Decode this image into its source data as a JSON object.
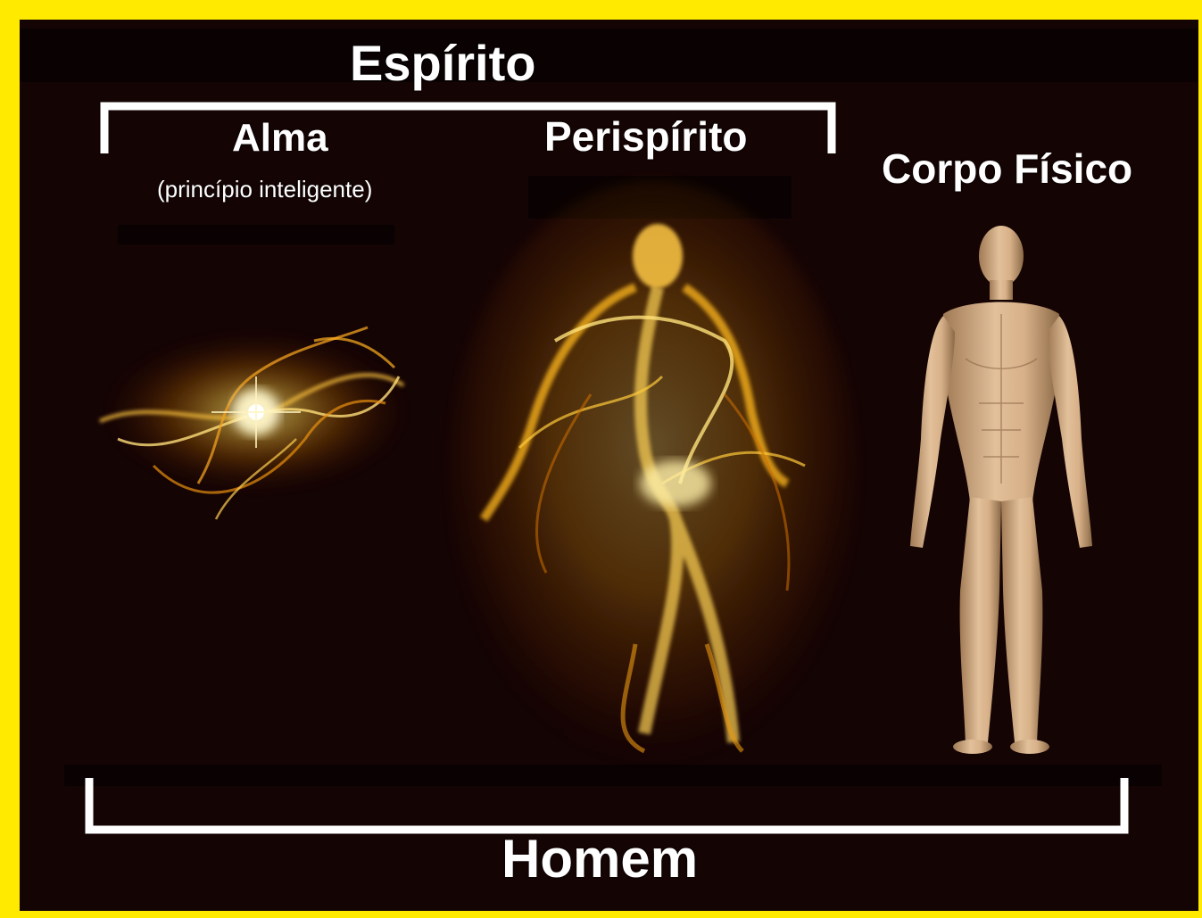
{
  "labels": {
    "espirito": "Espírito",
    "alma": "Alma",
    "alma_sub": "(princípio inteligente)",
    "perispirito": "Perispírito",
    "corpo": "Corpo Físico",
    "homem": "Homem"
  },
  "colors": {
    "frame": "#ffea00",
    "background": "#150404",
    "text": "#ffffff",
    "glow": "#ffb000",
    "skin": "#d9b48c"
  },
  "icons": {
    "alma": "golden-energy-swirl",
    "perispirito": "glowing-human-silhouette",
    "corpo": "human-body-figure"
  }
}
